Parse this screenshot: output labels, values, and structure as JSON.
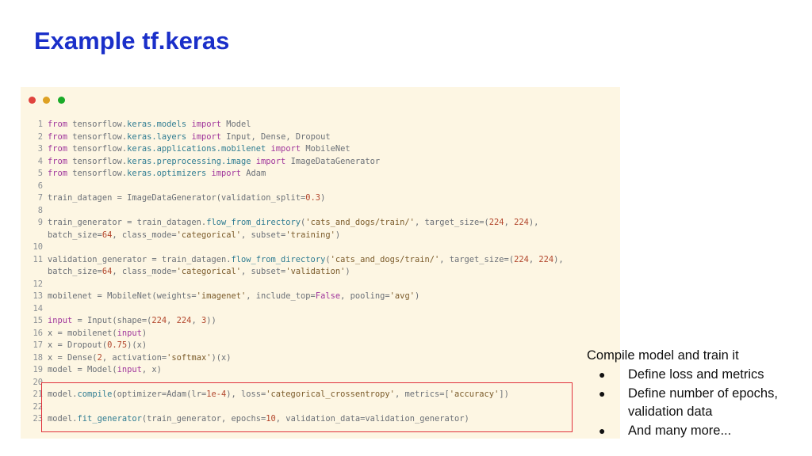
{
  "slide": {
    "title": "Example tf.keras"
  },
  "code_window": {
    "dot_colors": [
      "#e0443e",
      "#dea123",
      "#1aab29"
    ],
    "lines": [
      {
        "n": "1",
        "segments": [
          {
            "t": "from",
            "c": "kw"
          },
          {
            "t": " tensorflow."
          },
          {
            "t": "keras.models",
            "c": "mod"
          },
          {
            "t": " "
          },
          {
            "t": "import",
            "c": "kw"
          },
          {
            "t": " Model"
          }
        ]
      },
      {
        "n": "2",
        "segments": [
          {
            "t": "from",
            "c": "kw"
          },
          {
            "t": " tensorflow."
          },
          {
            "t": "keras.layers",
            "c": "mod"
          },
          {
            "t": " "
          },
          {
            "t": "import",
            "c": "kw"
          },
          {
            "t": " Input, Dense, Dropout"
          }
        ]
      },
      {
        "n": "3",
        "segments": [
          {
            "t": "from",
            "c": "kw"
          },
          {
            "t": " tensorflow."
          },
          {
            "t": "keras.applications.mobilenet",
            "c": "mod"
          },
          {
            "t": " "
          },
          {
            "t": "import",
            "c": "kw"
          },
          {
            "t": " MobileNet"
          }
        ]
      },
      {
        "n": "4",
        "segments": [
          {
            "t": "from",
            "c": "kw"
          },
          {
            "t": " tensorflow."
          },
          {
            "t": "keras.preprocessing.image",
            "c": "mod"
          },
          {
            "t": " "
          },
          {
            "t": "import",
            "c": "kw"
          },
          {
            "t": " ImageDataGenerator"
          }
        ]
      },
      {
        "n": "5",
        "segments": [
          {
            "t": "from",
            "c": "kw"
          },
          {
            "t": " tensorflow."
          },
          {
            "t": "keras.optimizers",
            "c": "mod"
          },
          {
            "t": " "
          },
          {
            "t": "import",
            "c": "kw"
          },
          {
            "t": " Adam"
          }
        ]
      },
      {
        "n": "6",
        "segments": []
      },
      {
        "n": "7",
        "segments": [
          {
            "t": "train_datagen = ImageDataGenerator(validation_split="
          },
          {
            "t": "0.3",
            "c": "num"
          },
          {
            "t": ")"
          }
        ]
      },
      {
        "n": "8",
        "segments": []
      },
      {
        "n": "9",
        "segments": [
          {
            "t": "train_generator = train_datagen."
          },
          {
            "t": "flow_from_directory",
            "c": "mod"
          },
          {
            "t": "("
          },
          {
            "t": "'cats_and_dogs/train/'",
            "c": "str"
          },
          {
            "t": ", target_size=("
          },
          {
            "t": "224",
            "c": "num"
          },
          {
            "t": ", "
          },
          {
            "t": "224",
            "c": "num"
          },
          {
            "t": "),"
          }
        ]
      },
      {
        "n": "",
        "segments": [
          {
            "t": "batch_size="
          },
          {
            "t": "64",
            "c": "num"
          },
          {
            "t": ", class_mode="
          },
          {
            "t": "'categorical'",
            "c": "str"
          },
          {
            "t": ", subset="
          },
          {
            "t": "'training'",
            "c": "str"
          },
          {
            "t": ")"
          }
        ]
      },
      {
        "n": "10",
        "segments": []
      },
      {
        "n": "11",
        "segments": [
          {
            "t": "validation_generator = train_datagen."
          },
          {
            "t": "flow_from_directory",
            "c": "mod"
          },
          {
            "t": "("
          },
          {
            "t": "'cats_and_dogs/train/'",
            "c": "str"
          },
          {
            "t": ", target_size=("
          },
          {
            "t": "224",
            "c": "num"
          },
          {
            "t": ", "
          },
          {
            "t": "224",
            "c": "num"
          },
          {
            "t": "),"
          }
        ]
      },
      {
        "n": "",
        "segments": [
          {
            "t": "batch_size="
          },
          {
            "t": "64",
            "c": "num"
          },
          {
            "t": ", class_mode="
          },
          {
            "t": "'categorical'",
            "c": "str"
          },
          {
            "t": ", subset="
          },
          {
            "t": "'validation'",
            "c": "str"
          },
          {
            "t": ")"
          }
        ]
      },
      {
        "n": "12",
        "segments": []
      },
      {
        "n": "13",
        "segments": [
          {
            "t": "mobilenet = MobileNet(weights="
          },
          {
            "t": "'imagenet'",
            "c": "str"
          },
          {
            "t": ", include_top="
          },
          {
            "t": "False",
            "c": "kw"
          },
          {
            "t": ", pooling="
          },
          {
            "t": "'avg'",
            "c": "str"
          },
          {
            "t": ")"
          }
        ]
      },
      {
        "n": "14",
        "segments": []
      },
      {
        "n": "15",
        "segments": [
          {
            "t": "input",
            "c": "kw"
          },
          {
            "t": " = Input(shape=("
          },
          {
            "t": "224",
            "c": "num"
          },
          {
            "t": ", "
          },
          {
            "t": "224",
            "c": "num"
          },
          {
            "t": ", "
          },
          {
            "t": "3",
            "c": "num"
          },
          {
            "t": "))"
          }
        ]
      },
      {
        "n": "16",
        "segments": [
          {
            "t": "x = mobilenet("
          },
          {
            "t": "input",
            "c": "kw"
          },
          {
            "t": ")"
          }
        ]
      },
      {
        "n": "17",
        "segments": [
          {
            "t": "x = Dropout("
          },
          {
            "t": "0.75",
            "c": "num"
          },
          {
            "t": ")(x)"
          }
        ]
      },
      {
        "n": "18",
        "segments": [
          {
            "t": "x = Dense("
          },
          {
            "t": "2",
            "c": "num"
          },
          {
            "t": ", activation="
          },
          {
            "t": "'softmax'",
            "c": "str"
          },
          {
            "t": ")(x)"
          }
        ]
      },
      {
        "n": "19",
        "segments": [
          {
            "t": "model = Model("
          },
          {
            "t": "input",
            "c": "kw"
          },
          {
            "t": ", x)"
          }
        ]
      },
      {
        "n": "20",
        "segments": []
      },
      {
        "n": "21",
        "segments": [
          {
            "t": "model."
          },
          {
            "t": "compile",
            "c": "mod"
          },
          {
            "t": "(optimizer=Adam(lr="
          },
          {
            "t": "1e-4",
            "c": "num"
          },
          {
            "t": "), loss="
          },
          {
            "t": "'categorical_crossentropy'",
            "c": "str"
          },
          {
            "t": ", metrics=["
          },
          {
            "t": "'accuracy'",
            "c": "str"
          },
          {
            "t": "])"
          }
        ]
      },
      {
        "n": "22",
        "segments": []
      },
      {
        "n": "23",
        "segments": [
          {
            "t": "model."
          },
          {
            "t": "fit_generator",
            "c": "mod"
          },
          {
            "t": "(train_generator, epochs="
          },
          {
            "t": "10",
            "c": "num"
          },
          {
            "t": ", validation_data=validation_generator)"
          }
        ]
      }
    ],
    "highlight_color": "#e0303a"
  },
  "side_notes": {
    "heading": "Compile model and train it",
    "bullet_glyph": "●",
    "items": [
      "Define loss and metrics",
      "Define number of epochs, validation data",
      "And many more..."
    ]
  }
}
